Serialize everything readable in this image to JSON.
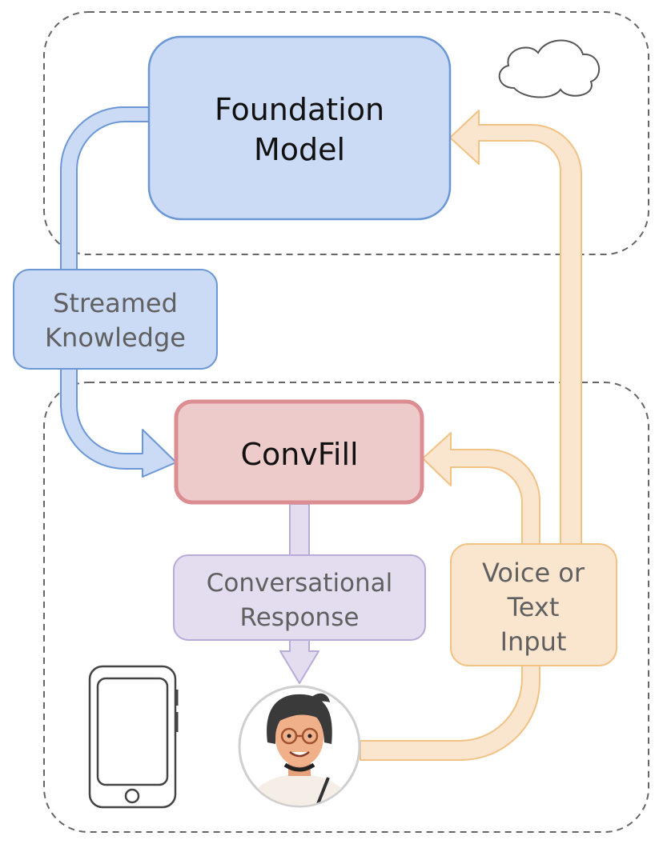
{
  "nodes": {
    "foundation_model": {
      "line1": "Foundation",
      "line2": "Model"
    },
    "streamed_knowledge": {
      "line1": "Streamed",
      "line2": "Knowledge"
    },
    "convfill": {
      "label": "ConvFill"
    },
    "conversational_response": {
      "line1": "Conversational",
      "line2": "Response"
    },
    "voice_text_input": {
      "line1": "Voice or",
      "line2": "Text",
      "line3": "Input"
    }
  },
  "regions": {
    "cloud": {
      "icon": "cloud-icon"
    },
    "device": {
      "icon": "smartphone-icon"
    }
  },
  "user": {
    "icon": "user-avatar"
  },
  "colors": {
    "blue_fill": "#cbdaf5",
    "blue_stroke": "#6b97d6",
    "red_fill": "#eecbcb",
    "red_stroke": "#dc8d92",
    "purple_fill": "#e4ddef",
    "purple_stroke": "#b9abd8",
    "orange_fill": "#fae5cf",
    "orange_stroke": "#f0c283",
    "gray_text": "#606060"
  }
}
